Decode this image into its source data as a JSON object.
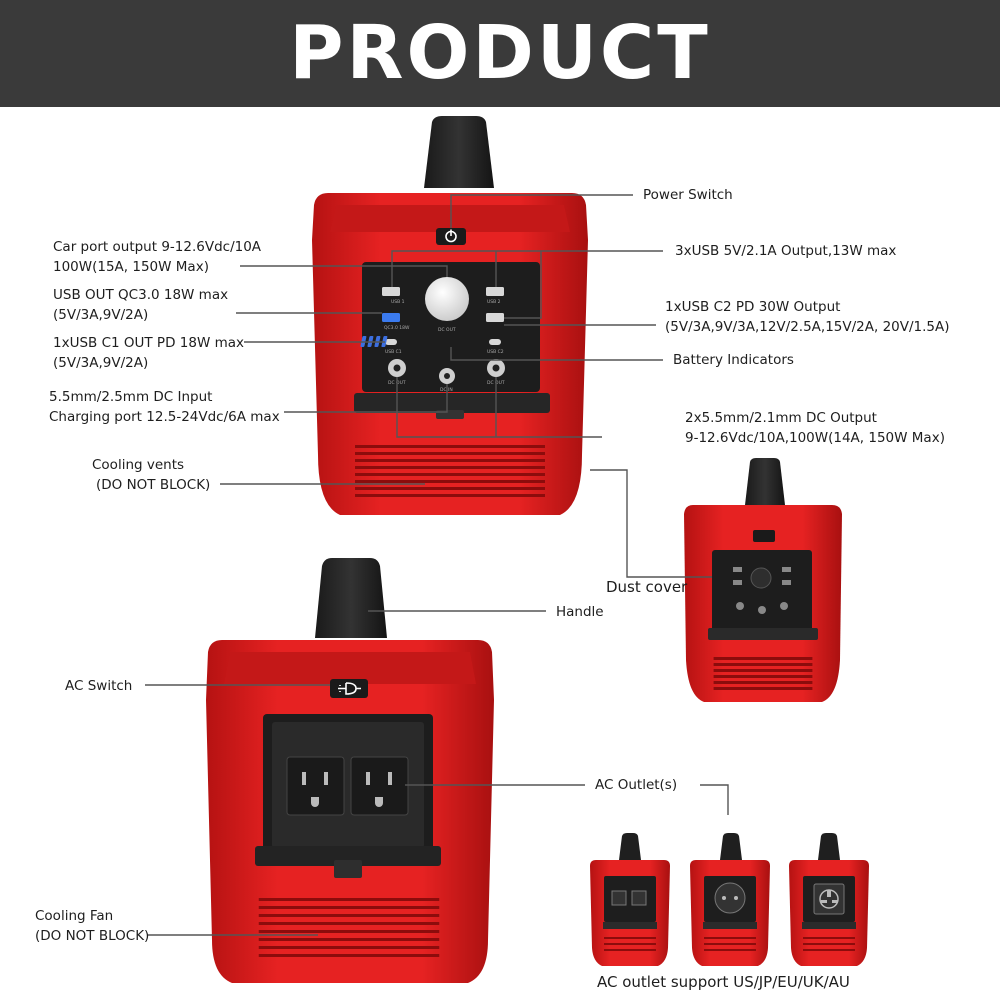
{
  "header": {
    "title": "PRODUCT INFORMATION"
  },
  "callouts": {
    "power_switch": "Power Switch",
    "car_port_1": "Car port output 9-12.6Vdc/10A",
    "car_port_2": "100W(15A, 150W Max)",
    "usb3x": "3xUSB 5V/2.1A Output,13W max",
    "qc_1": "USB OUT QC3.0 18W max",
    "qc_2": "(5V/3A,9V/2A)",
    "c2_1": "1xUSB C2 PD 30W Output",
    "c2_2": "(5V/3A,9V/3A,12V/2.5A,15V/2A, 20V/1.5A)",
    "c1_1": "1xUSB C1 OUT PD 18W max",
    "c1_2": "(5V/3A,9V/2A)",
    "battery": "Battery Indicators",
    "dc_in_1": "5.5mm/2.5mm DC Input",
    "dc_in_2": "Charging port 12.5-24Vdc/6A max",
    "dc_out_1": "2x5.5mm/2.1mm DC Output",
    "dc_out_2": "9-12.6Vdc/10A,100W(14A, 150W Max)",
    "vents_1": "Cooling vents",
    "vents_2": "(DO NOT BLOCK)",
    "dust_cover": "Dust cover",
    "handle": "Handle",
    "ac_switch": "AC Switch",
    "ac_outlets": "AC Outlet(s)",
    "fan_1": "Cooling Fan",
    "fan_2": "(DO NOT BLOCK)",
    "support": "AC outlet support US/JP/EU/UK/AU"
  },
  "panel_labels": {
    "usb1": "USB 1",
    "usb2": "USB 2",
    "qc": "QC3.0 18W",
    "usbc1": "USB C1",
    "usbc2": "USB C2",
    "dc_out_center": "DC OUT",
    "dc_out_left": "DC OUT",
    "dc_out_right": "DC OUT",
    "dc_in": "DC IN"
  },
  "colors": {
    "body_red": "#e01e1e",
    "dark_red": "#8e0e0e",
    "panel_black": "#1f1f1f",
    "banner": "#3a3a3a",
    "indicator_blue": "#3c6fe0",
    "qc_blue": "#2f7df0"
  },
  "icons": [
    "power-icon",
    "ac-plug-icon",
    "battery-indicator-icon"
  ]
}
